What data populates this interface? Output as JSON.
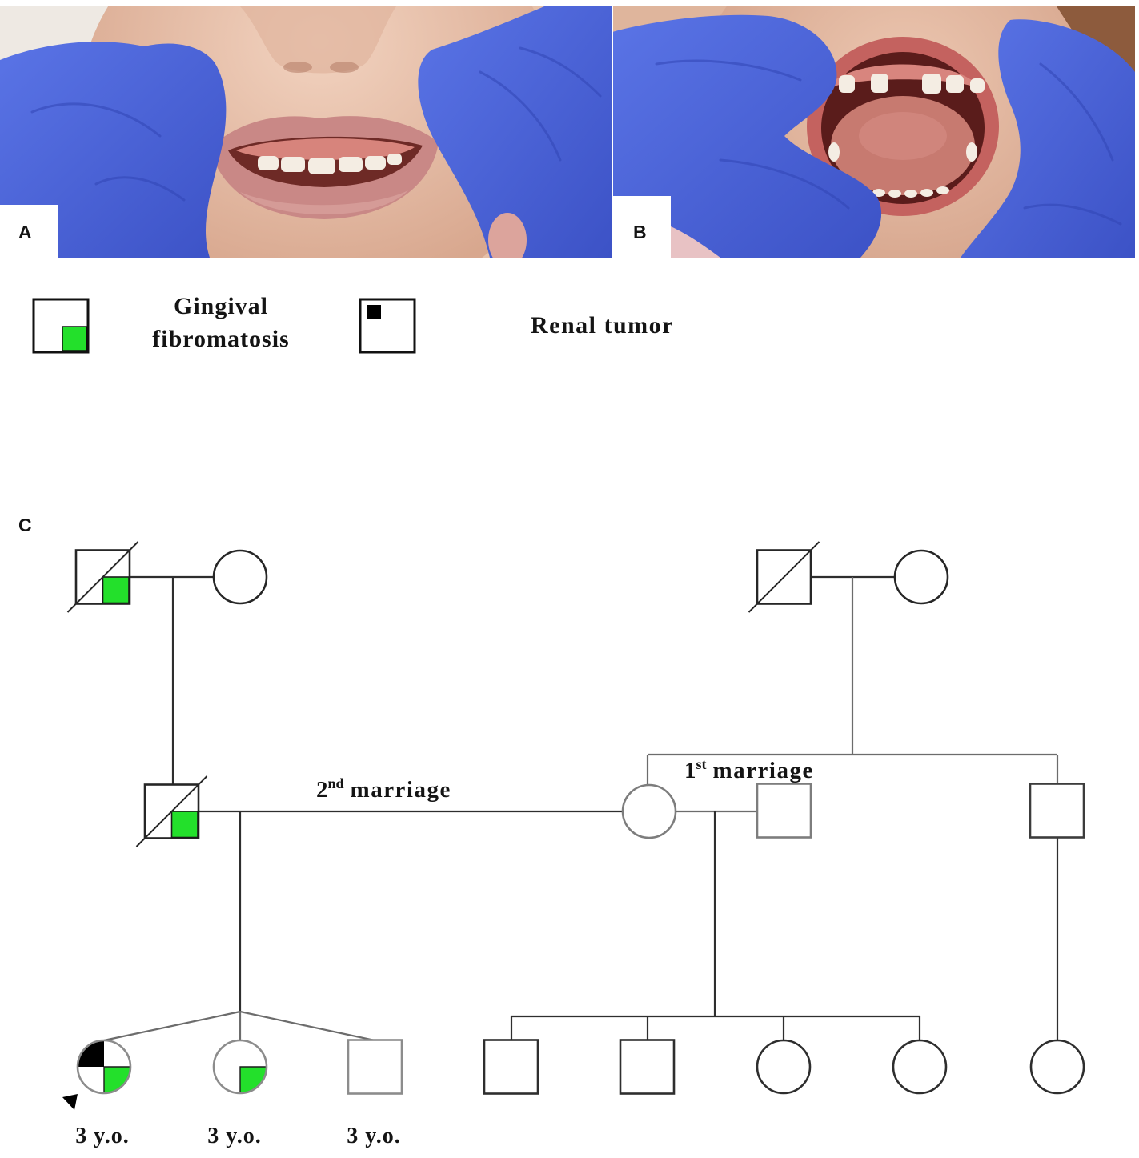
{
  "panels": {
    "a": {
      "label": "A"
    },
    "b": {
      "label": "B"
    },
    "c": {
      "label": "C"
    }
  },
  "legend": {
    "gingival_fibromatosis": {
      "line1": "Gingival",
      "line2": "fibromatosis",
      "color": "#23e02b"
    },
    "renal_tumor": {
      "label": "Renal tumor",
      "color": "#000000"
    }
  },
  "marriages": {
    "first": {
      "number": "1",
      "suffix": "st",
      "word": "marriage"
    },
    "second": {
      "number": "2",
      "suffix": "nd",
      "word": "marriage"
    }
  },
  "pedigree": {
    "individuals": [
      {
        "male": true,
        "deceased": true,
        "gingival_fibromatosis": true
      },
      {
        "male": false
      },
      {
        "male": true,
        "deceased": true
      },
      {
        "male": false
      },
      {
        "male": true,
        "deceased": true,
        "gingival_fibromatosis": true
      },
      {
        "male": false
      },
      {
        "male": true
      },
      {
        "male": true
      },
      {
        "male": false,
        "gingival_fibromatosis": true,
        "renal_tumor": true,
        "proband": true,
        "age": "3 y.o."
      },
      {
        "male": false,
        "gingival_fibromatosis": true,
        "age": "3 y.o."
      },
      {
        "male": true,
        "age": "3 y.o."
      },
      {
        "male": true
      },
      {
        "male": true
      },
      {
        "male": false
      },
      {
        "male": false
      },
      {
        "male": false
      }
    ]
  }
}
